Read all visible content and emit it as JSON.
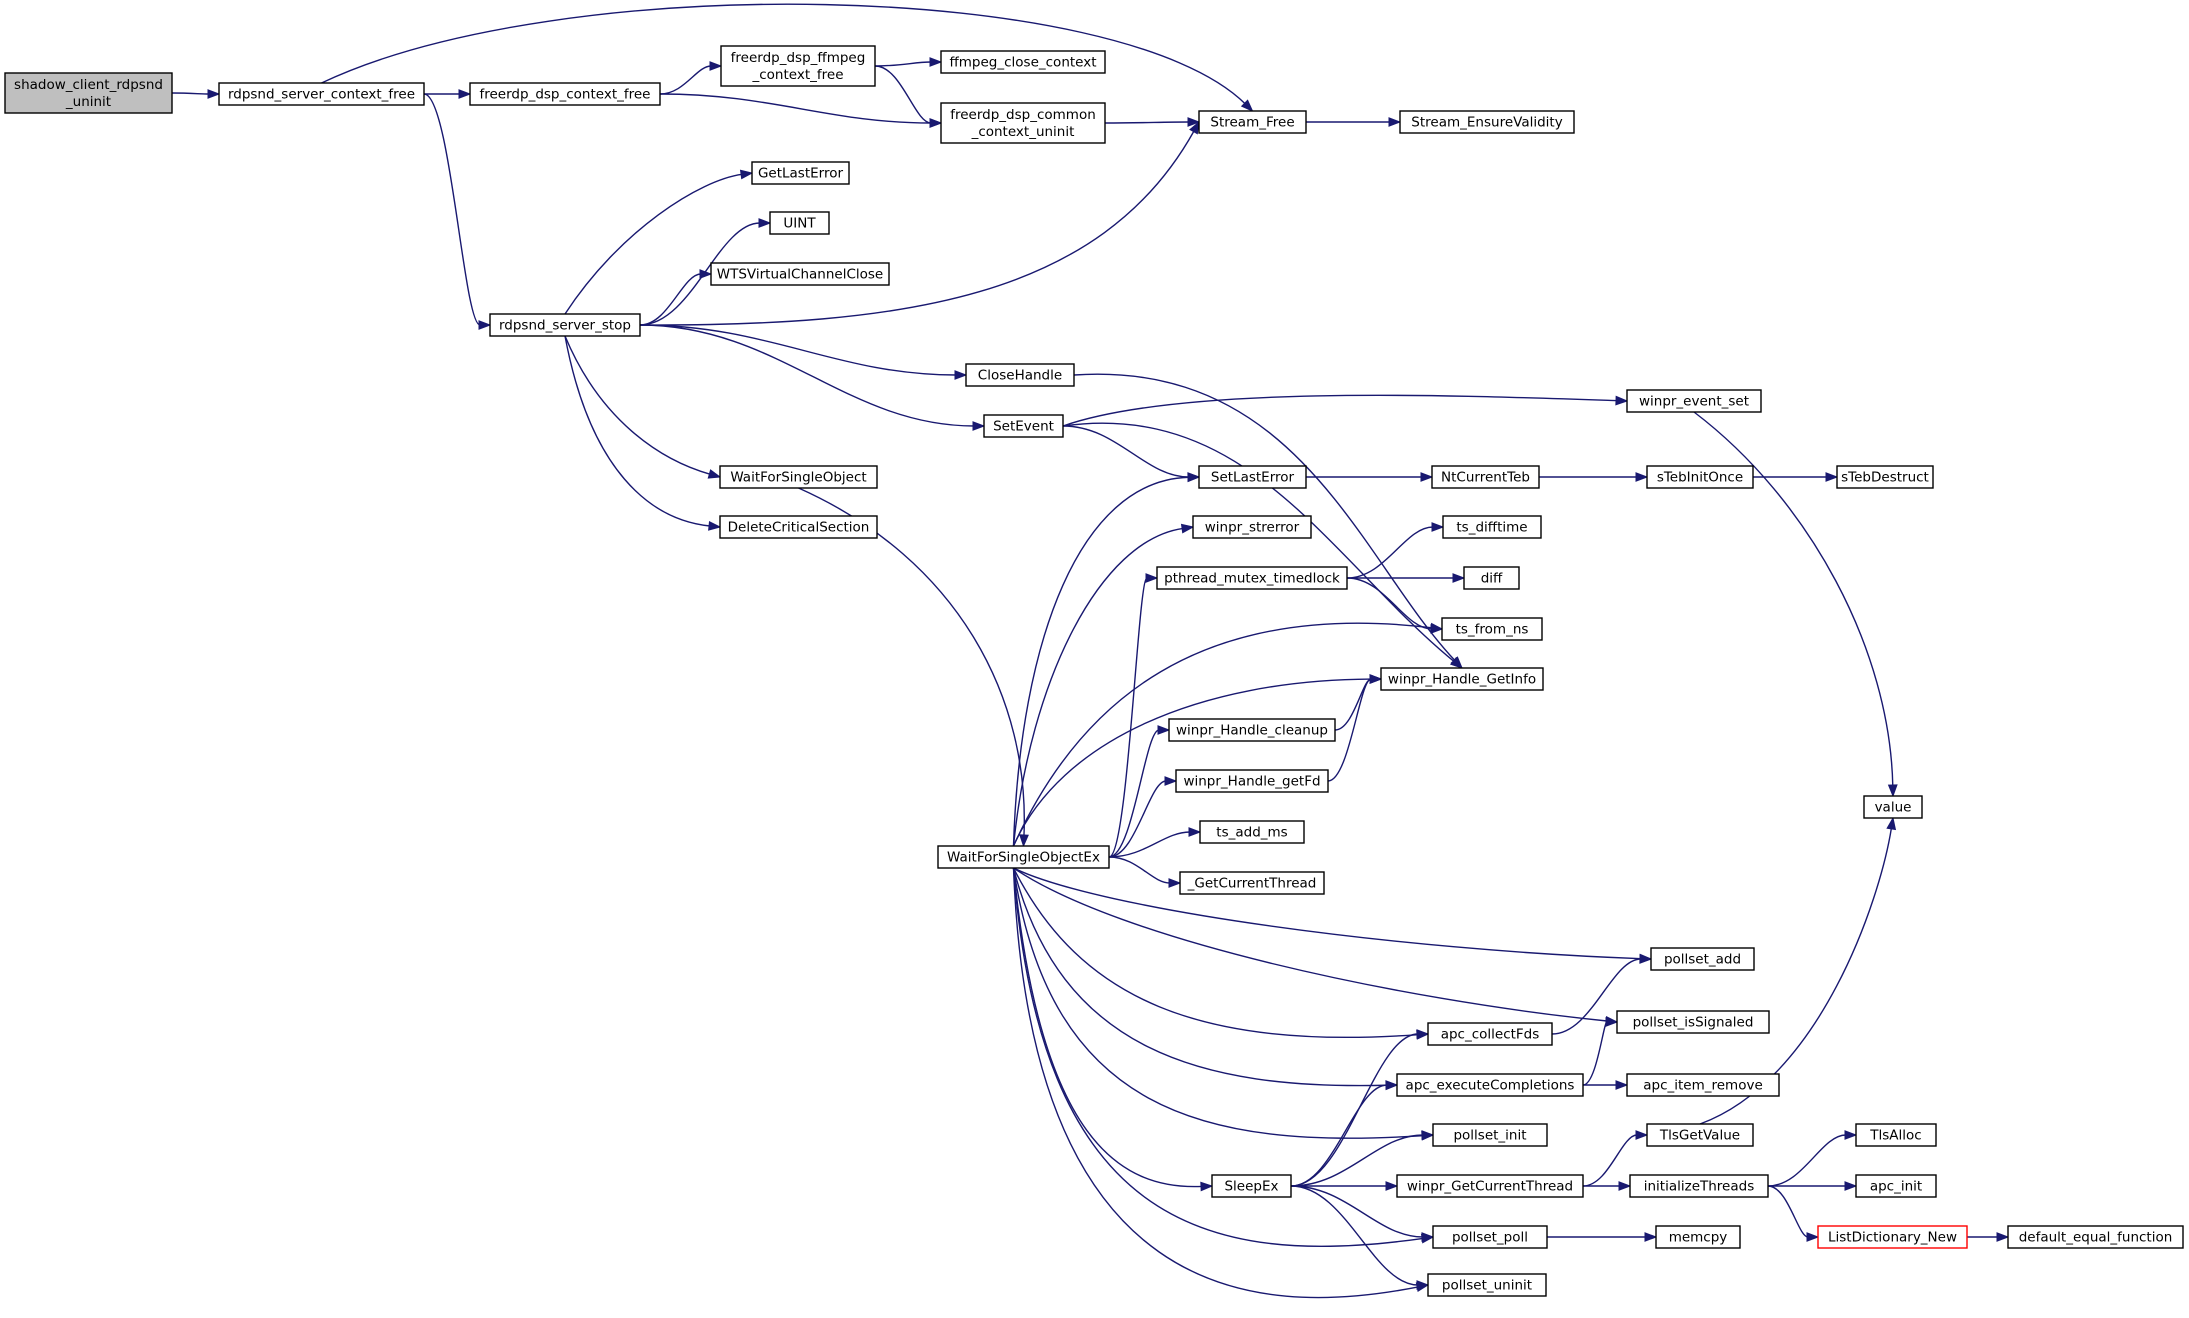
{
  "graph": {
    "nodes": [
      {
        "id": "root",
        "lines": [
          "shadow_client_rdpsnd",
          "_uninit"
        ],
        "style": "root"
      },
      {
        "id": "ctxfree",
        "lines": [
          "rdpsnd_server_context_free"
        ]
      },
      {
        "id": "dspctxfree",
        "lines": [
          "freerdp_dsp_context_free"
        ]
      },
      {
        "id": "ffmpegctxfree",
        "lines": [
          "freerdp_dsp_ffmpeg",
          "_context_free"
        ]
      },
      {
        "id": "ffmpegclose",
        "lines": [
          "ffmpeg_close_context"
        ]
      },
      {
        "id": "commonuninit",
        "lines": [
          "freerdp_dsp_common",
          "_context_uninit"
        ]
      },
      {
        "id": "streamfree",
        "lines": [
          "Stream_Free"
        ]
      },
      {
        "id": "ensurevalid",
        "lines": [
          "Stream_EnsureValidity"
        ]
      },
      {
        "id": "getlasterror",
        "lines": [
          "GetLastError"
        ]
      },
      {
        "id": "uint",
        "lines": [
          "UINT"
        ]
      },
      {
        "id": "wtsclose",
        "lines": [
          "WTSVirtualChannelClose"
        ]
      },
      {
        "id": "serverstop",
        "lines": [
          "rdpsnd_server_stop"
        ]
      },
      {
        "id": "closehandle",
        "lines": [
          "CloseHandle"
        ]
      },
      {
        "id": "setevent",
        "lines": [
          "SetEvent"
        ]
      },
      {
        "id": "eventset",
        "lines": [
          "winpr_event_set"
        ]
      },
      {
        "id": "waitsingle",
        "lines": [
          "WaitForSingleObject"
        ]
      },
      {
        "id": "deletecs",
        "lines": [
          "DeleteCriticalSection"
        ]
      },
      {
        "id": "setlasterror",
        "lines": [
          "SetLastError"
        ]
      },
      {
        "id": "ntcurrentteb",
        "lines": [
          "NtCurrentTeb"
        ]
      },
      {
        "id": "stebinitonce",
        "lines": [
          "sTebInitOnce"
        ]
      },
      {
        "id": "stebdestruct",
        "lines": [
          "sTebDestruct"
        ]
      },
      {
        "id": "strerror",
        "lines": [
          "winpr_strerror"
        ]
      },
      {
        "id": "mutextimedlock",
        "lines": [
          "pthread_mutex_timedlock"
        ]
      },
      {
        "id": "tsdifftime",
        "lines": [
          "ts_difftime"
        ]
      },
      {
        "id": "diff",
        "lines": [
          "diff"
        ]
      },
      {
        "id": "tsfromns",
        "lines": [
          "ts_from_ns"
        ]
      },
      {
        "id": "handlegetinfo",
        "lines": [
          "winpr_Handle_GetInfo"
        ]
      },
      {
        "id": "handlecleanup",
        "lines": [
          "winpr_Handle_cleanup"
        ]
      },
      {
        "id": "handlegetfd",
        "lines": [
          "winpr_Handle_getFd"
        ]
      },
      {
        "id": "value",
        "lines": [
          "value"
        ]
      },
      {
        "id": "tsaddms",
        "lines": [
          "ts_add_ms"
        ]
      },
      {
        "id": "waitsingleex",
        "lines": [
          "WaitForSingleObjectEx"
        ]
      },
      {
        "id": "getcurrentthread",
        "lines": [
          "_GetCurrentThread"
        ]
      },
      {
        "id": "pollsetadd",
        "lines": [
          "pollset_add"
        ]
      },
      {
        "id": "pollsetsignaled",
        "lines": [
          "pollset_isSignaled"
        ]
      },
      {
        "id": "apccollectfds",
        "lines": [
          "apc_collectFds"
        ]
      },
      {
        "id": "apcexecute",
        "lines": [
          "apc_executeCompletions"
        ]
      },
      {
        "id": "apcitemremove",
        "lines": [
          "apc_item_remove"
        ]
      },
      {
        "id": "tlsgetvalue",
        "lines": [
          "TlsGetValue"
        ]
      },
      {
        "id": "tlsalloc",
        "lines": [
          "TlsAlloc"
        ]
      },
      {
        "id": "pollsetinit",
        "lines": [
          "pollset_init"
        ]
      },
      {
        "id": "sleepex",
        "lines": [
          "SleepEx"
        ]
      },
      {
        "id": "getcurthread",
        "lines": [
          "winpr_GetCurrentThread"
        ]
      },
      {
        "id": "initthreads",
        "lines": [
          "initializeThreads"
        ]
      },
      {
        "id": "apcinit",
        "lines": [
          "apc_init"
        ]
      },
      {
        "id": "pollsetpoll",
        "lines": [
          "pollset_poll"
        ]
      },
      {
        "id": "memcpy",
        "lines": [
          "memcpy"
        ]
      },
      {
        "id": "listdictnew",
        "lines": [
          "ListDictionary_New"
        ],
        "style": "red"
      },
      {
        "id": "defaultequal",
        "lines": [
          "default_equal_function"
        ]
      },
      {
        "id": "pollsetuninit",
        "lines": [
          "pollset_uninit"
        ]
      }
    ],
    "edges": [
      {
        "from": "root",
        "to": "ctxfree"
      },
      {
        "from": "ctxfree",
        "to": "streamfree"
      },
      {
        "from": "ctxfree",
        "to": "dspctxfree"
      },
      {
        "from": "ctxfree",
        "to": "serverstop"
      },
      {
        "from": "dspctxfree",
        "to": "ffmpegctxfree"
      },
      {
        "from": "dspctxfree",
        "to": "commonuninit"
      },
      {
        "from": "ffmpegctxfree",
        "to": "ffmpegclose"
      },
      {
        "from": "ffmpegctxfree",
        "to": "commonuninit"
      },
      {
        "from": "commonuninit",
        "to": "streamfree"
      },
      {
        "from": "streamfree",
        "to": "ensurevalid"
      },
      {
        "from": "serverstop",
        "to": "getlasterror"
      },
      {
        "from": "serverstop",
        "to": "uint"
      },
      {
        "from": "serverstop",
        "to": "wtsclose"
      },
      {
        "from": "serverstop",
        "to": "streamfree"
      },
      {
        "from": "serverstop",
        "to": "closehandle"
      },
      {
        "from": "serverstop",
        "to": "setevent"
      },
      {
        "from": "serverstop",
        "to": "waitsingle"
      },
      {
        "from": "serverstop",
        "to": "deletecs"
      },
      {
        "from": "closehandle",
        "to": "handlegetinfo"
      },
      {
        "from": "setevent",
        "to": "eventset"
      },
      {
        "from": "setevent",
        "to": "setlasterror"
      },
      {
        "from": "setevent",
        "to": "handlegetinfo"
      },
      {
        "from": "eventset",
        "to": "value"
      },
      {
        "from": "waitsingle",
        "to": "waitsingleex"
      },
      {
        "from": "setlasterror",
        "to": "ntcurrentteb"
      },
      {
        "from": "ntcurrentteb",
        "to": "stebinitonce"
      },
      {
        "from": "stebinitonce",
        "to": "stebdestruct"
      },
      {
        "from": "mutextimedlock",
        "to": "tsdifftime"
      },
      {
        "from": "mutextimedlock",
        "to": "diff"
      },
      {
        "from": "mutextimedlock",
        "to": "tsfromns"
      },
      {
        "from": "handlecleanup",
        "to": "handlegetinfo"
      },
      {
        "from": "handlegetfd",
        "to": "handlegetinfo"
      },
      {
        "from": "waitsingleex",
        "to": "setlasterror"
      },
      {
        "from": "waitsingleex",
        "to": "strerror"
      },
      {
        "from": "waitsingleex",
        "to": "mutextimedlock"
      },
      {
        "from": "waitsingleex",
        "to": "tsfromns"
      },
      {
        "from": "waitsingleex",
        "to": "handlegetinfo"
      },
      {
        "from": "waitsingleex",
        "to": "handlecleanup"
      },
      {
        "from": "waitsingleex",
        "to": "handlegetfd"
      },
      {
        "from": "waitsingleex",
        "to": "tsaddms"
      },
      {
        "from": "waitsingleex",
        "to": "getcurrentthread"
      },
      {
        "from": "waitsingleex",
        "to": "pollsetadd"
      },
      {
        "from": "waitsingleex",
        "to": "pollsetsignaled"
      },
      {
        "from": "waitsingleex",
        "to": "apccollectfds"
      },
      {
        "from": "waitsingleex",
        "to": "apcexecute"
      },
      {
        "from": "waitsingleex",
        "to": "pollsetinit"
      },
      {
        "from": "waitsingleex",
        "to": "sleepex"
      },
      {
        "from": "waitsingleex",
        "to": "pollsetpoll"
      },
      {
        "from": "waitsingleex",
        "to": "pollsetuninit"
      },
      {
        "from": "apccollectfds",
        "to": "pollsetadd"
      },
      {
        "from": "apcexecute",
        "to": "pollsetsignaled"
      },
      {
        "from": "apcexecute",
        "to": "apcitemremove"
      },
      {
        "from": "tlsgetvalue",
        "to": "value"
      },
      {
        "from": "sleepex",
        "to": "apccollectfds"
      },
      {
        "from": "sleepex",
        "to": "apcexecute"
      },
      {
        "from": "sleepex",
        "to": "pollsetinit"
      },
      {
        "from": "sleepex",
        "to": "getcurthread"
      },
      {
        "from": "sleepex",
        "to": "pollsetpoll"
      },
      {
        "from": "sleepex",
        "to": "pollsetuninit"
      },
      {
        "from": "getcurthread",
        "to": "tlsgetvalue"
      },
      {
        "from": "getcurthread",
        "to": "initthreads"
      },
      {
        "from": "initthreads",
        "to": "tlsalloc"
      },
      {
        "from": "initthreads",
        "to": "apcinit"
      },
      {
        "from": "initthreads",
        "to": "listdictnew"
      },
      {
        "from": "pollsetpoll",
        "to": "memcpy"
      },
      {
        "from": "listdictnew",
        "to": "defaultequal"
      }
    ]
  }
}
